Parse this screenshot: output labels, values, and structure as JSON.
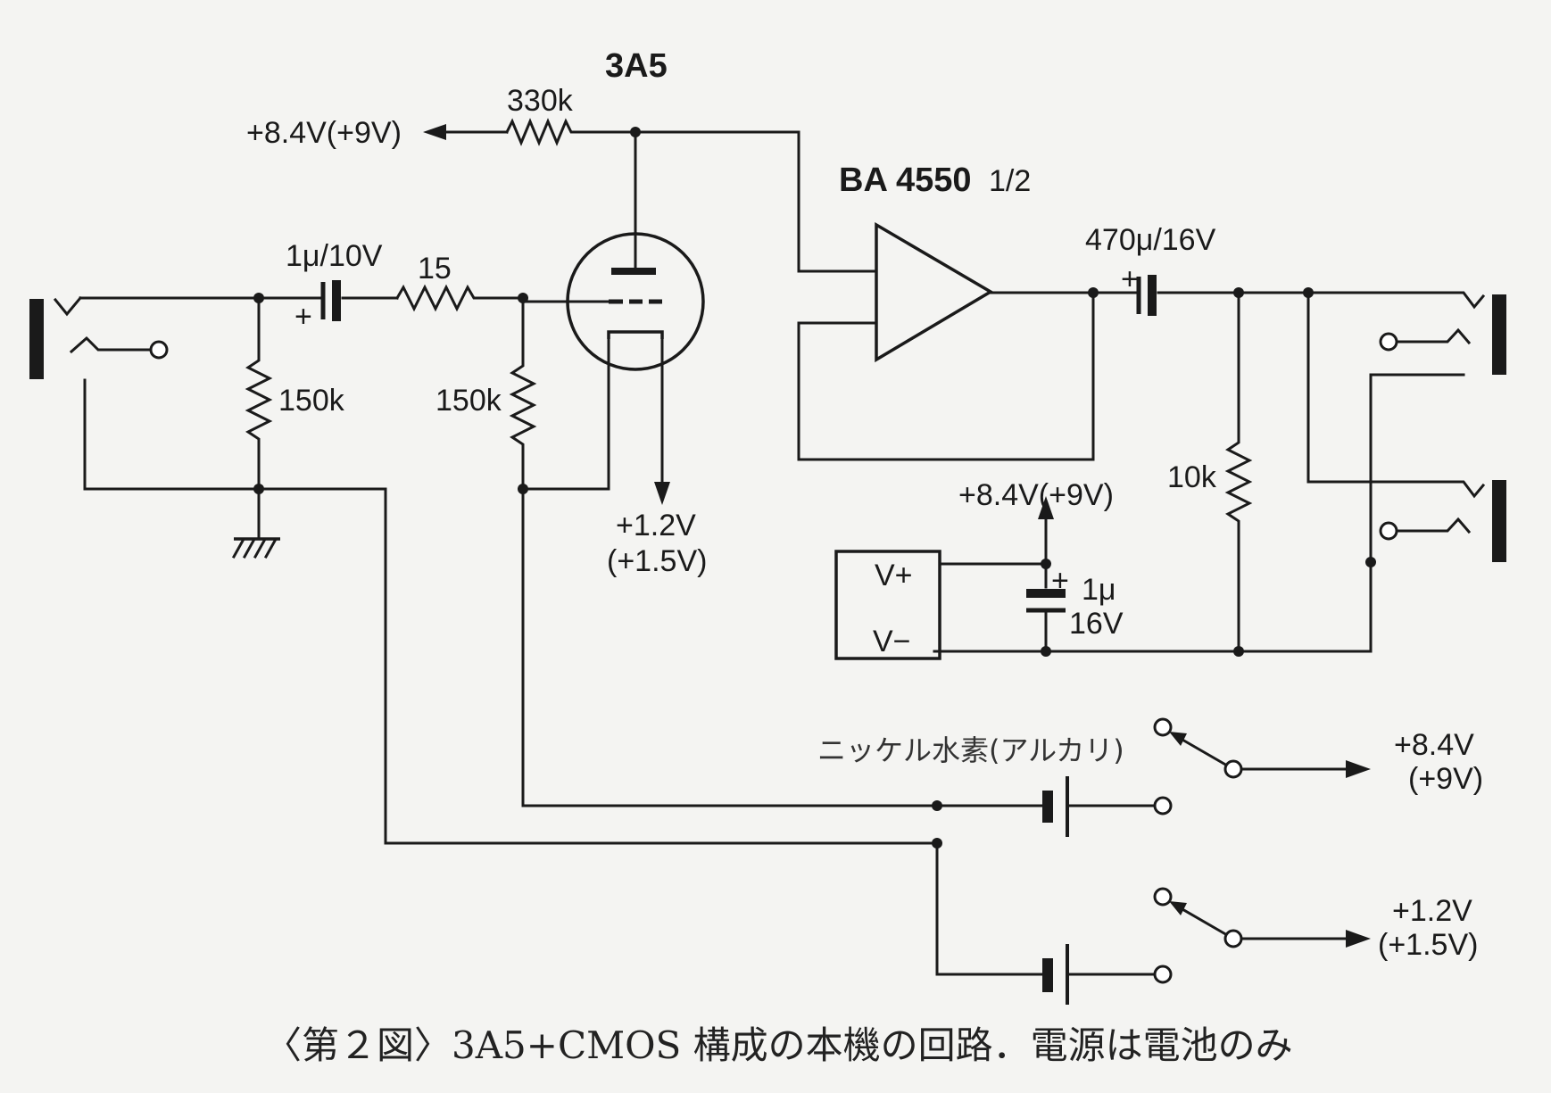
{
  "tube": {
    "name": "3A5"
  },
  "opamp": {
    "name": "BA 4550",
    "unit": "1/2"
  },
  "supply_module": {
    "vplus": "V+",
    "vminus": "V−"
  },
  "labels": {
    "plate_supply": "+8.4V(+9V)",
    "plate_resistor": "330k",
    "input_cap": "1μ/10V",
    "grid_resistor": "15",
    "input_bias_resistor": "150k",
    "grid_leak_resistor": "150k",
    "filament_supply_line1": "+1.2V",
    "filament_supply_line2": "(+1.5V)",
    "output_cap": "470μ/16V",
    "output_load_resistor": "10k",
    "opamp_supply": "+8.4V(+9V)",
    "bypass_cap_line1": "1μ",
    "bypass_cap_line2": "16V",
    "battery_type": "ニッケル水素(アルカリ)",
    "hv_out_line1": "+8.4V",
    "hv_out_line2": "(+9V)",
    "lv_out_line1": "+1.2V",
    "lv_out_line2": "(+1.5V)",
    "plus_sign": "+"
  },
  "caption": "〈第２図〉3A5+CMOS 構成の本機の回路．電源は電池のみ"
}
